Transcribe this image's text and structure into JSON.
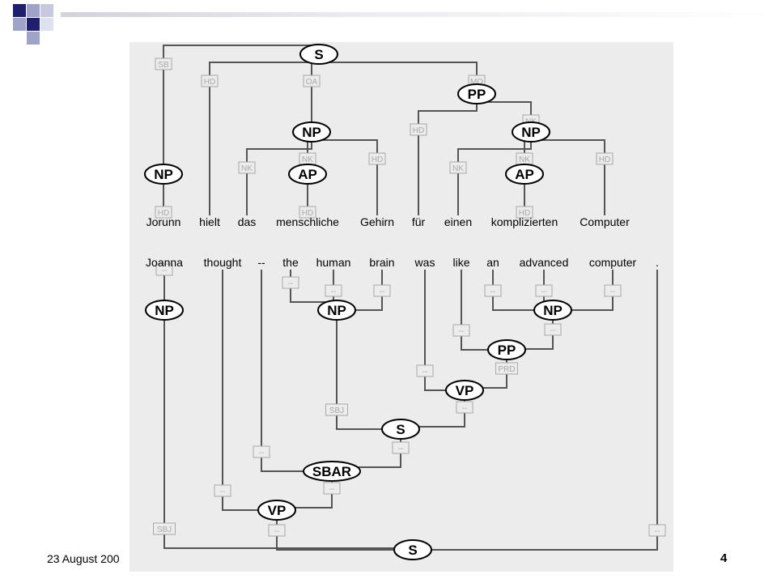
{
  "footer": {
    "date": "23 August 200",
    "page_number": "4"
  },
  "colors": {
    "panel": "#ececec",
    "line": "#555555",
    "node_fill": "#ffffff",
    "edge_label": "#a9a9a9",
    "deco_dark": "#1f1f6e",
    "deco_light": "#9ea3c7"
  },
  "trees": [
    {
      "id": "german",
      "words": [
        {
          "id": "w_jorunn",
          "text": "Jorunn"
        },
        {
          "id": "w_hielt",
          "text": "hielt"
        },
        {
          "id": "w_das",
          "text": "das"
        },
        {
          "id": "w_menschliche",
          "text": "menschliche"
        },
        {
          "id": "w_gehirn",
          "text": "Gehirn"
        },
        {
          "id": "w_fur",
          "text": "für"
        },
        {
          "id": "w_einen",
          "text": "einen"
        },
        {
          "id": "w_komplizierten",
          "text": "komplizierten"
        },
        {
          "id": "w_computer",
          "text": "Computer"
        }
      ],
      "nodes": [
        {
          "id": "S_de",
          "label": "S"
        },
        {
          "id": "NP_jorunn",
          "label": "NP"
        },
        {
          "id": "NP_das",
          "label": "NP"
        },
        {
          "id": "AP_mensch",
          "label": "AP"
        },
        {
          "id": "PP_fur",
          "label": "PP"
        },
        {
          "id": "NP_einen",
          "label": "NP"
        },
        {
          "id": "AP_kompl",
          "label": "AP"
        }
      ],
      "edges": [
        {
          "id": "e1",
          "parent": "S_de",
          "child": "NP_jorunn",
          "label": "SB"
        },
        {
          "id": "e2",
          "parent": "S_de",
          "child": "w_hielt",
          "label": "HD"
        },
        {
          "id": "e3",
          "parent": "S_de",
          "child": "NP_das",
          "label": "OA"
        },
        {
          "id": "e4",
          "parent": "S_de",
          "child": "PP_fur",
          "label": "MO"
        },
        {
          "id": "e5",
          "parent": "NP_jorunn",
          "child": "w_jorunn",
          "label": "HD"
        },
        {
          "id": "e6",
          "parent": "NP_das",
          "child": "w_das",
          "label": "NK"
        },
        {
          "id": "e7",
          "parent": "NP_das",
          "child": "AP_mensch",
          "label": "NK"
        },
        {
          "id": "e8",
          "parent": "NP_das",
          "child": "w_gehirn",
          "label": "HD"
        },
        {
          "id": "e9",
          "parent": "AP_mensch",
          "child": "w_menschliche",
          "label": "HD"
        },
        {
          "id": "e10",
          "parent": "PP_fur",
          "child": "w_fur",
          "label": "HD"
        },
        {
          "id": "e11",
          "parent": "PP_fur",
          "child": "NP_einen",
          "label": "NK"
        },
        {
          "id": "e12",
          "parent": "NP_einen",
          "child": "w_einen",
          "label": "NK"
        },
        {
          "id": "e13",
          "parent": "NP_einen",
          "child": "AP_kompl",
          "label": "NK"
        },
        {
          "id": "e14",
          "parent": "NP_einen",
          "child": "w_computer",
          "label": "HD"
        },
        {
          "id": "e15",
          "parent": "AP_kompl",
          "child": "w_komplizierten",
          "label": "HD"
        }
      ]
    },
    {
      "id": "english",
      "words": [
        {
          "id": "w_joanna",
          "text": "Joanna"
        },
        {
          "id": "w_thought",
          "text": "thought"
        },
        {
          "id": "w_dash",
          "text": "--"
        },
        {
          "id": "w_the",
          "text": "the"
        },
        {
          "id": "w_human",
          "text": "human"
        },
        {
          "id": "w_brain",
          "text": "brain"
        },
        {
          "id": "w_was",
          "text": "was"
        },
        {
          "id": "w_like",
          "text": "like"
        },
        {
          "id": "w_an",
          "text": "an"
        },
        {
          "id": "w_advanced",
          "text": "advanced"
        },
        {
          "id": "w_computer_en",
          "text": "computer"
        },
        {
          "id": "w_period",
          "text": "."
        }
      ],
      "nodes": [
        {
          "id": "NP_joanna",
          "label": "NP"
        },
        {
          "id": "NP_brain",
          "label": "NP"
        },
        {
          "id": "NP_comp",
          "label": "NP"
        },
        {
          "id": "PP_like",
          "label": "PP"
        },
        {
          "id": "VP_was",
          "label": "VP"
        },
        {
          "id": "S_inner",
          "label": "S"
        },
        {
          "id": "SBAR",
          "label": "SBAR"
        },
        {
          "id": "VP_thought",
          "label": "VP"
        },
        {
          "id": "S_root",
          "label": "S"
        }
      ],
      "edges": [
        {
          "id": "f1",
          "parent": "NP_joanna",
          "child": "w_joanna",
          "label": "--"
        },
        {
          "id": "f2",
          "parent": "NP_brain",
          "child": "w_the",
          "label": "--"
        },
        {
          "id": "f3",
          "parent": "NP_brain",
          "child": "w_human",
          "label": "--"
        },
        {
          "id": "f4",
          "parent": "NP_brain",
          "child": "w_brain",
          "label": "--"
        },
        {
          "id": "f5",
          "parent": "NP_comp",
          "child": "w_an",
          "label": "--"
        },
        {
          "id": "f6",
          "parent": "NP_comp",
          "child": "w_advanced",
          "label": "--"
        },
        {
          "id": "f7",
          "parent": "NP_comp",
          "child": "w_computer_en",
          "label": "--"
        },
        {
          "id": "f8",
          "parent": "PP_like",
          "child": "w_like",
          "label": "--"
        },
        {
          "id": "f9",
          "parent": "PP_like",
          "child": "NP_comp",
          "label": "--"
        },
        {
          "id": "f10",
          "parent": "VP_was",
          "child": "w_was",
          "label": "--"
        },
        {
          "id": "f11",
          "parent": "VP_was",
          "child": "PP_like",
          "label": "PRD"
        },
        {
          "id": "f12",
          "parent": "S_inner",
          "child": "NP_brain",
          "label": "SBJ"
        },
        {
          "id": "f13",
          "parent": "S_inner",
          "child": "VP_was",
          "label": "--"
        },
        {
          "id": "f14",
          "parent": "SBAR",
          "child": "w_dash",
          "label": "--"
        },
        {
          "id": "f15",
          "parent": "SBAR",
          "child": "S_inner",
          "label": "--"
        },
        {
          "id": "f16",
          "parent": "VP_thought",
          "child": "w_thought",
          "label": "--"
        },
        {
          "id": "f17",
          "parent": "VP_thought",
          "child": "SBAR",
          "label": "--"
        },
        {
          "id": "f18",
          "parent": "S_root",
          "child": "NP_joanna",
          "label": "SBJ"
        },
        {
          "id": "f19",
          "parent": "S_root",
          "child": "VP_thought",
          "label": "--"
        },
        {
          "id": "f20",
          "parent": "S_root",
          "child": "w_period",
          "label": "--"
        }
      ]
    }
  ]
}
